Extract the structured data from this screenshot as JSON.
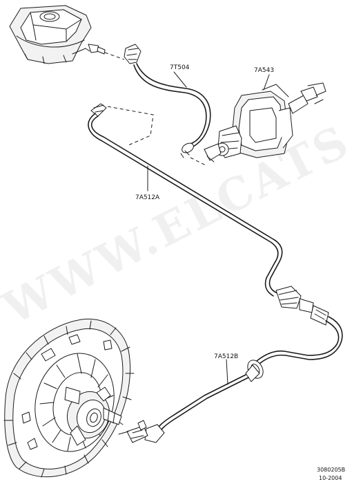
{
  "watermark": "WWW.ELCATS.RU",
  "labels": {
    "hose_7t504": "7T504",
    "master_cylinder_7a543": "7A543",
    "pipe_7a512a": "7A512A",
    "pipe_7a512b": "7A512B"
  },
  "footer": {
    "drawing_number": "3080205B",
    "date": "10-2004"
  }
}
